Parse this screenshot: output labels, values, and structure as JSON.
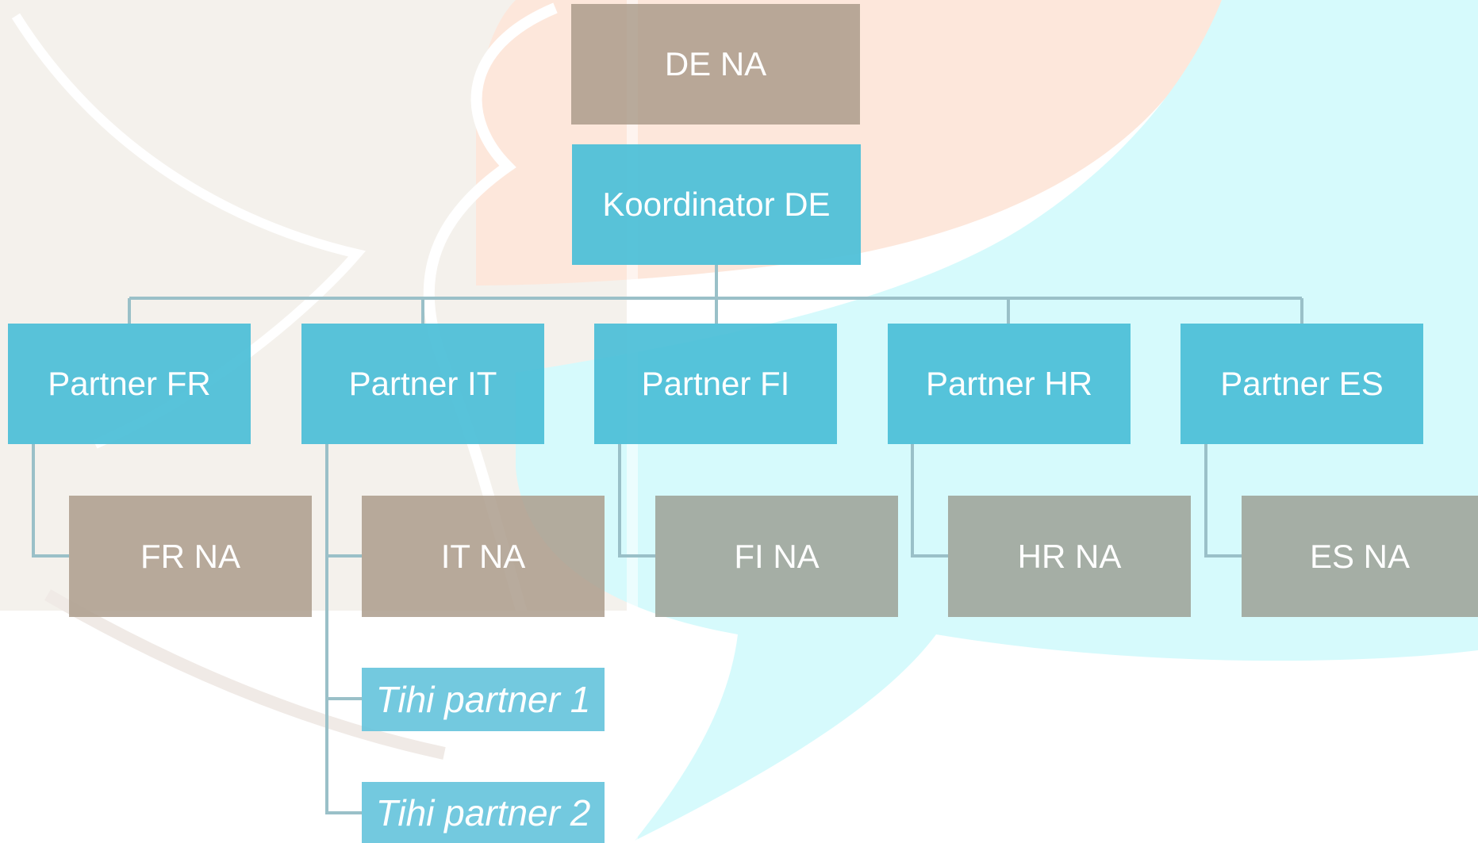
{
  "colors": {
    "partner_box": "#4BBED7",
    "na_box_left": "#AA9B8A",
    "na_box_right": "#A0A59B",
    "connector": "#9AC0C8",
    "text": "#FFFFFF"
  },
  "nodes": {
    "de_na": "DE NA",
    "coordinator": "Koordinator DE",
    "partner_fr": "Partner FR",
    "partner_it": "Partner IT",
    "partner_fi": "Partner FI",
    "partner_hr": "Partner HR",
    "partner_es": "Partner ES",
    "fr_na": "FR NA",
    "it_na": "IT NA",
    "fi_na": "FI NA",
    "hr_na": "HR NA",
    "es_na": "ES NA",
    "silent_partner_1": "Tihi partner 1",
    "silent_partner_2": "Tihi partner 2"
  }
}
